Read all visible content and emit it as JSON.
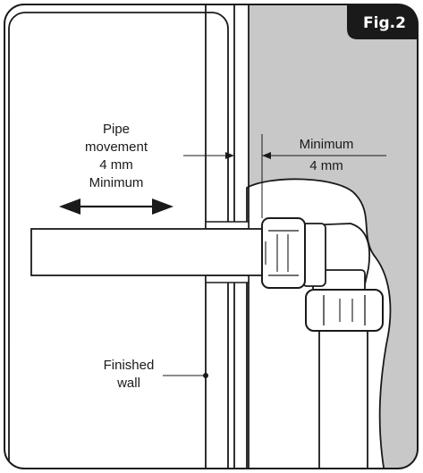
{
  "figure": {
    "badge": "Fig.2",
    "labels": {
      "pipe_movement": [
        "Pipe",
        "movement",
        "4 mm",
        "Minimum"
      ],
      "minimum_gap": [
        "Minimum",
        "4 mm"
      ],
      "finished_wall": [
        "Finished",
        "wall"
      ]
    }
  },
  "colors": {
    "outline": "#1a1a1a",
    "wall_grey": "#c8c8c8",
    "badge_bg": "#1a1a1a",
    "fitting_white": "#ffffff"
  }
}
